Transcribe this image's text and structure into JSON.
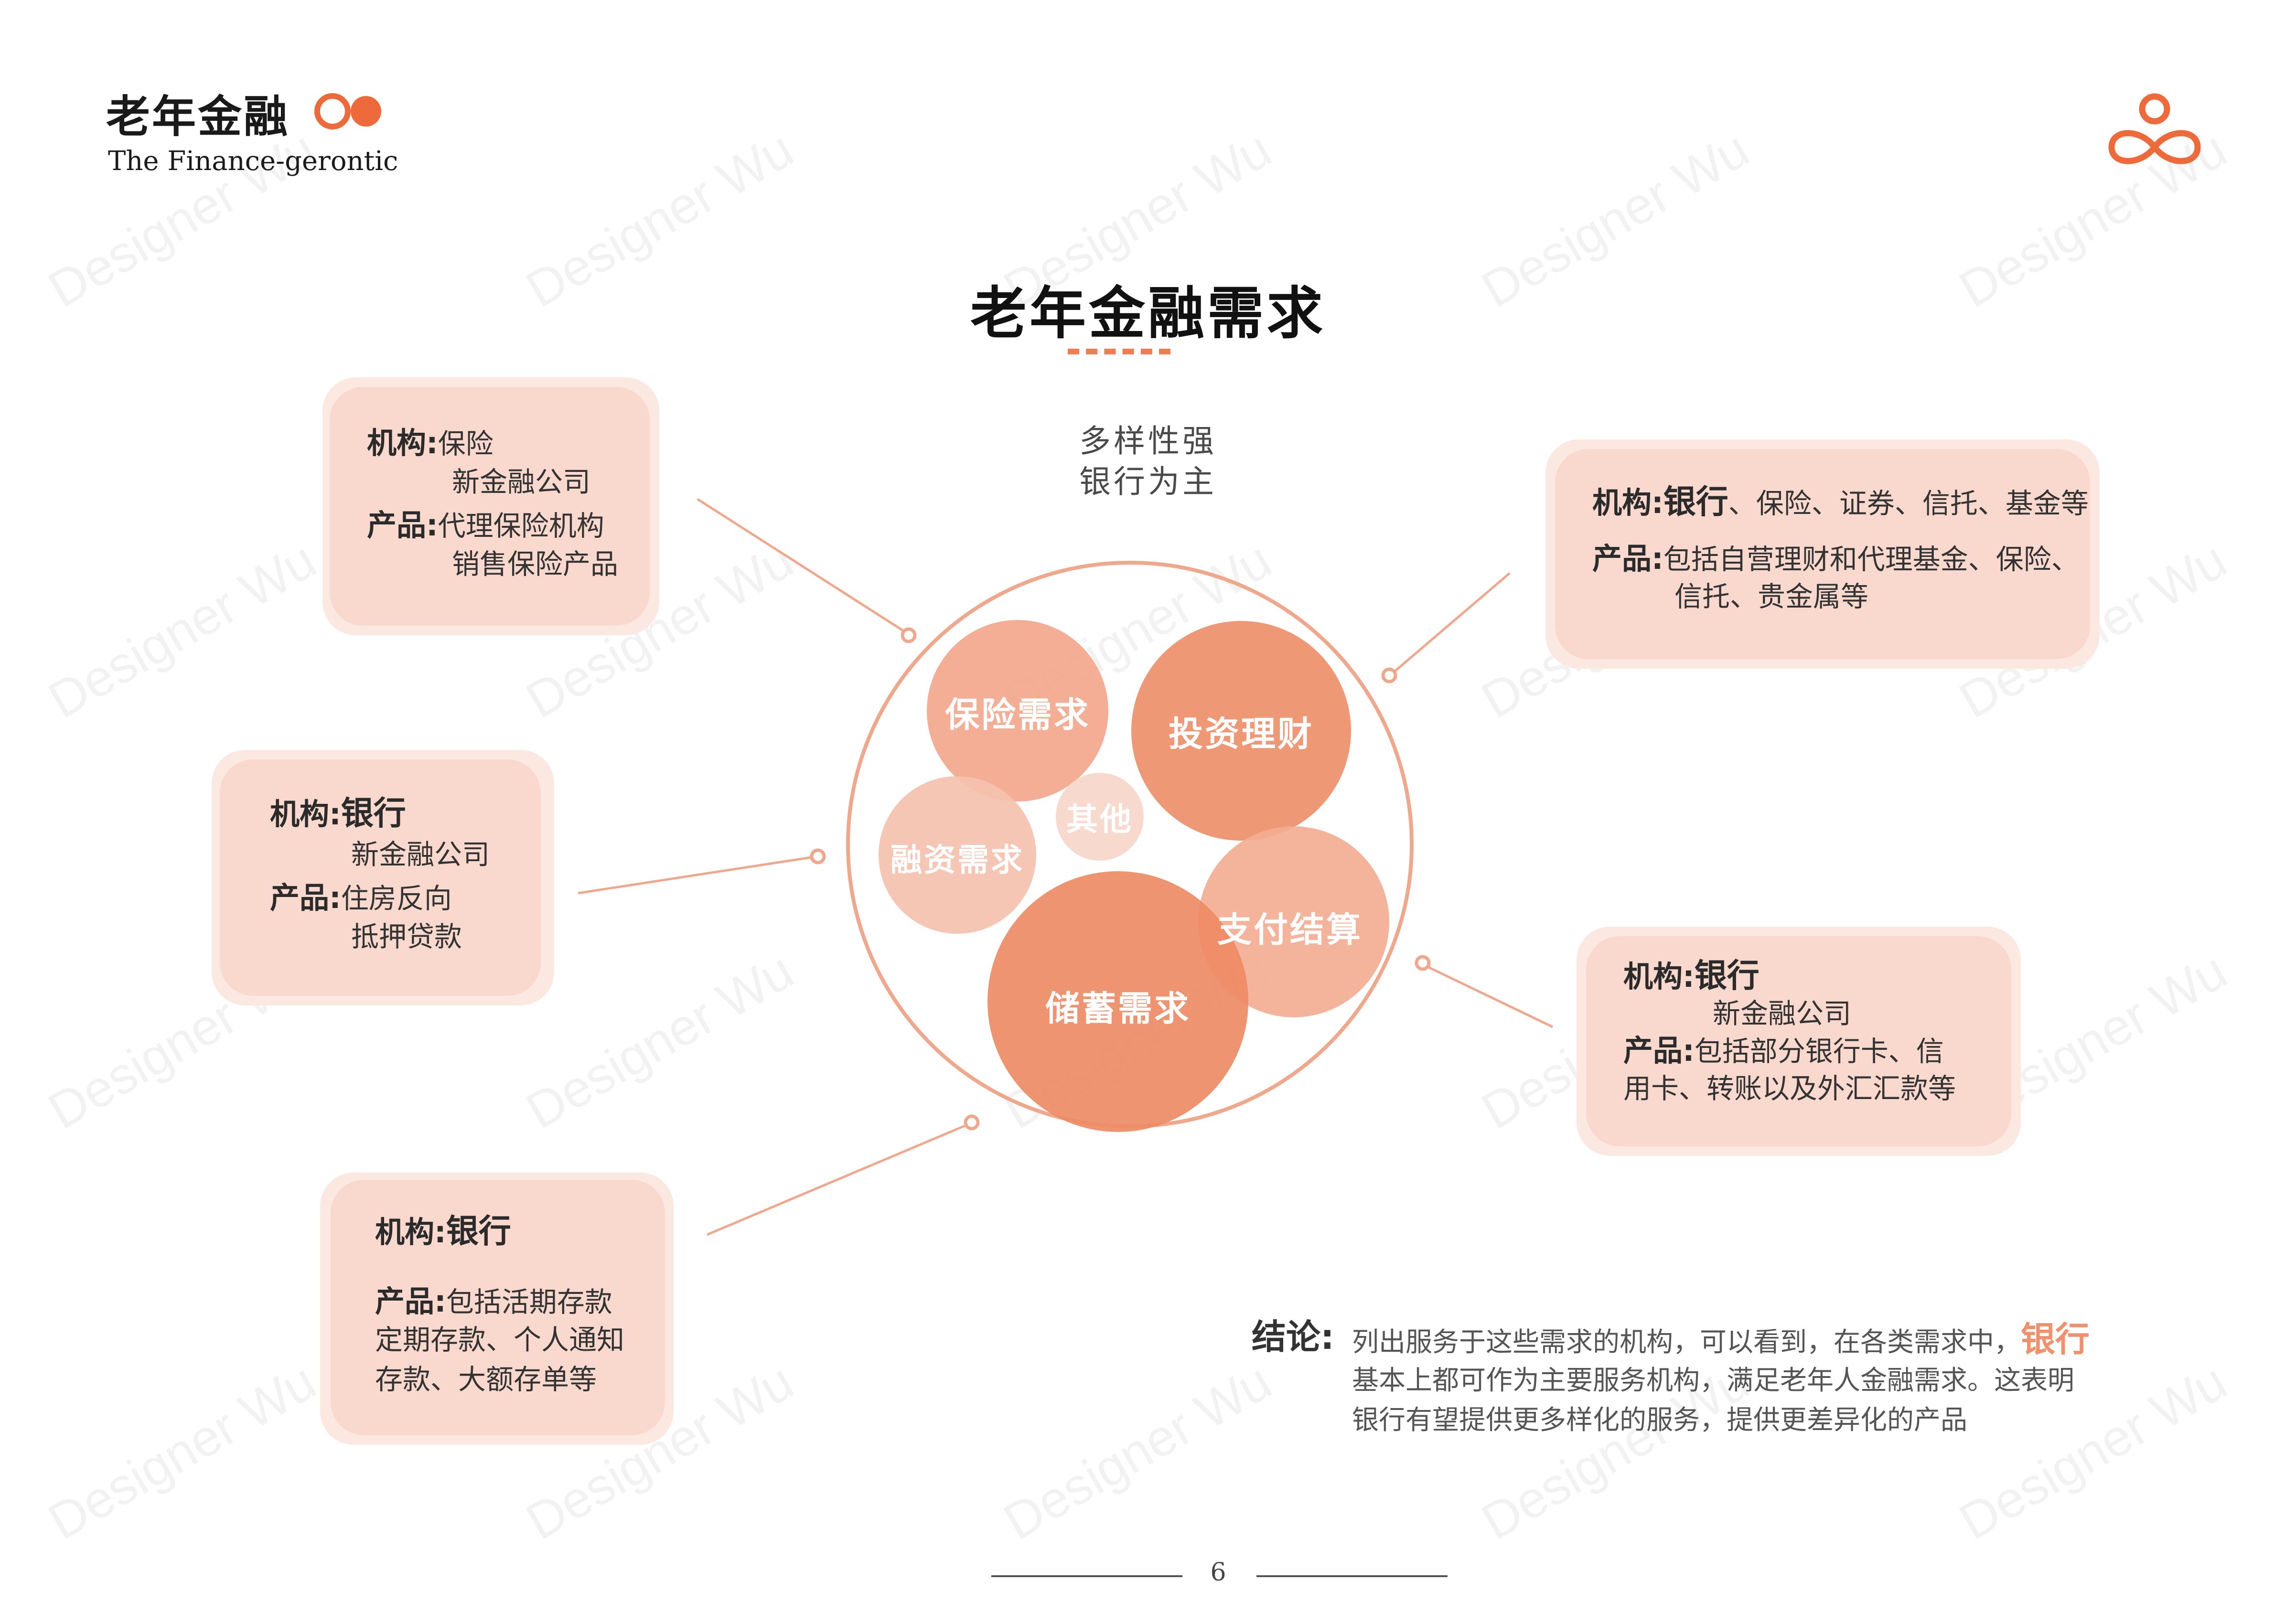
{
  "header": {
    "brand_title": "老年金融",
    "brand_subtitle": "The Finance-gerontic"
  },
  "watermark": "Designer Wu",
  "title": "老年金融需求",
  "subtitle": [
    "多样性强",
    "银行为主"
  ],
  "bubbles": [
    {
      "label": "保险需求",
      "color": "#f2a78c"
    },
    {
      "label": "投资理财",
      "color": "#ee8f6a"
    },
    {
      "label": "其他",
      "color": "#f7d6ca"
    },
    {
      "label": "融资需求",
      "color": "#f5c1ae"
    },
    {
      "label": "支付结算",
      "color": "#f3ae93"
    },
    {
      "label": "储蓄需求",
      "color": "#ee8b64"
    }
  ],
  "cards": {
    "insurance": {
      "inst_label": "机构:",
      "inst_lines": [
        "保险",
        "新金融公司"
      ],
      "prod_label": "产品:",
      "prod_lines": [
        "代理保险机构",
        "销售保险产品"
      ]
    },
    "financing": {
      "inst_label": "机构:",
      "inst_strong": "银行",
      "inst_lines": [
        "新金融公司"
      ],
      "prod_label": "产品:",
      "prod_lines": [
        "住房反向",
        "抵押贷款"
      ]
    },
    "savings": {
      "inst_label": "机构:",
      "inst_strong": "银行",
      "prod_label": "产品:",
      "prod_lines": [
        "包括活期存款",
        "定期存款、个人通知",
        "存款、大额存单等"
      ]
    },
    "investment": {
      "inst_label": "机构:",
      "inst_strong": "银行",
      "inst_rest": "、保险、证券、信托、基金等",
      "prod_label": "产品:",
      "prod_lines": [
        "包括自营理财和代理基金、保险、",
        "信托、贵金属等"
      ]
    },
    "payment": {
      "inst_label": "机构:",
      "inst_strong": "银行",
      "inst_lines": [
        "新金融公司"
      ],
      "prod_label": "产品:",
      "prod_lines": [
        "包括部分银行卡、信",
        "用卡、转账以及外汇汇款等"
      ]
    }
  },
  "conclusion": {
    "label": "结论:",
    "line1_pre": "列出服务于这些需求的机构，可以看到，在各类需求中，",
    "line1_highlight": "银行",
    "line2": "基本上都可作为主要服务机构，满足老年人金融需求。这表明",
    "line3": "银行有望提供更多样化的服务，提供更差异化的产品"
  },
  "footer": {
    "page_number": "6"
  },
  "colors": {
    "accent": "#ee6a3a",
    "card": "#f9d9cd",
    "line": "#f0a88d"
  }
}
